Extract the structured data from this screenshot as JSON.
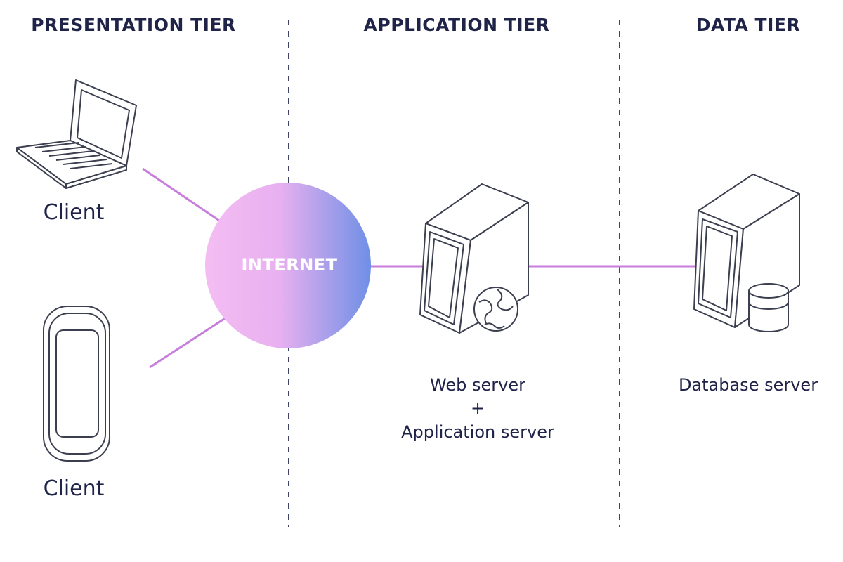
{
  "tiers": {
    "presentation": "PRESENTATION TIER",
    "application": "APPLICATION TIER",
    "data": "DATA TIER"
  },
  "nodes": {
    "client_laptop": {
      "label": "Client",
      "icon": "laptop-icon"
    },
    "client_mobile": {
      "label": "Client",
      "icon": "mobile-phone-icon"
    },
    "internet": {
      "label": "INTERNET",
      "icon": "internet-cloud-sphere"
    },
    "web_app_server": {
      "line1": "Web server",
      "line2": "+",
      "line3": "Application server",
      "icon": "web-server-icon"
    },
    "database_server": {
      "label": "Database server",
      "icon": "database-server-icon"
    }
  },
  "colors": {
    "text": "#1f2348",
    "connector": "#c77ddb",
    "divider": "#3f4466",
    "outline": "#3c3f4f",
    "internet_gradient_start": "#f2b9f0",
    "internet_gradient_end": "#6f8fe6"
  }
}
